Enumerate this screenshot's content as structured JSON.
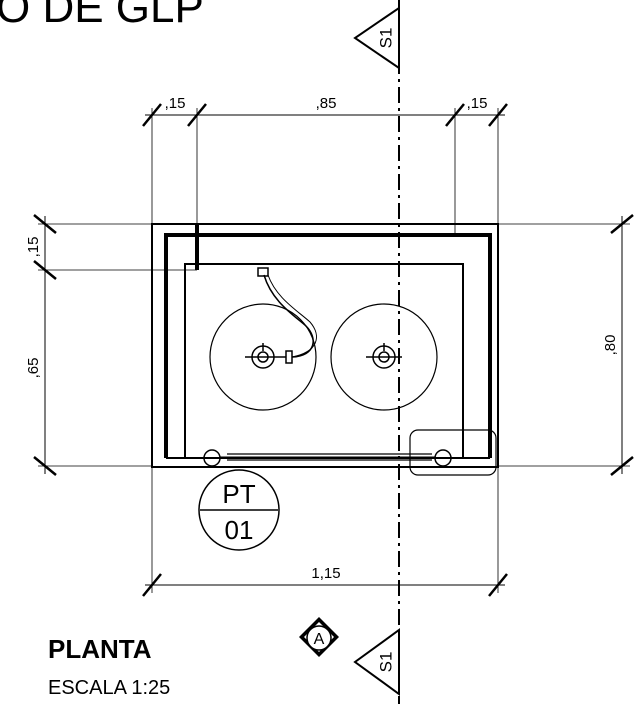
{
  "sheet_title": "O DE GLP",
  "section_marker": {
    "label": "S1"
  },
  "elevation_marker": {
    "label": "A"
  },
  "detail_tag": {
    "code": "PT",
    "number": "01"
  },
  "plan": {
    "title": "PLANTA",
    "scale": "ESCALA 1:25"
  },
  "dimensions": {
    "top_left": ",15",
    "top_middle": ",85",
    "top_right": ",15",
    "left_top": ",15",
    "left_bottom": ",65",
    "right_total": ",80",
    "bottom_total": "1,15"
  }
}
